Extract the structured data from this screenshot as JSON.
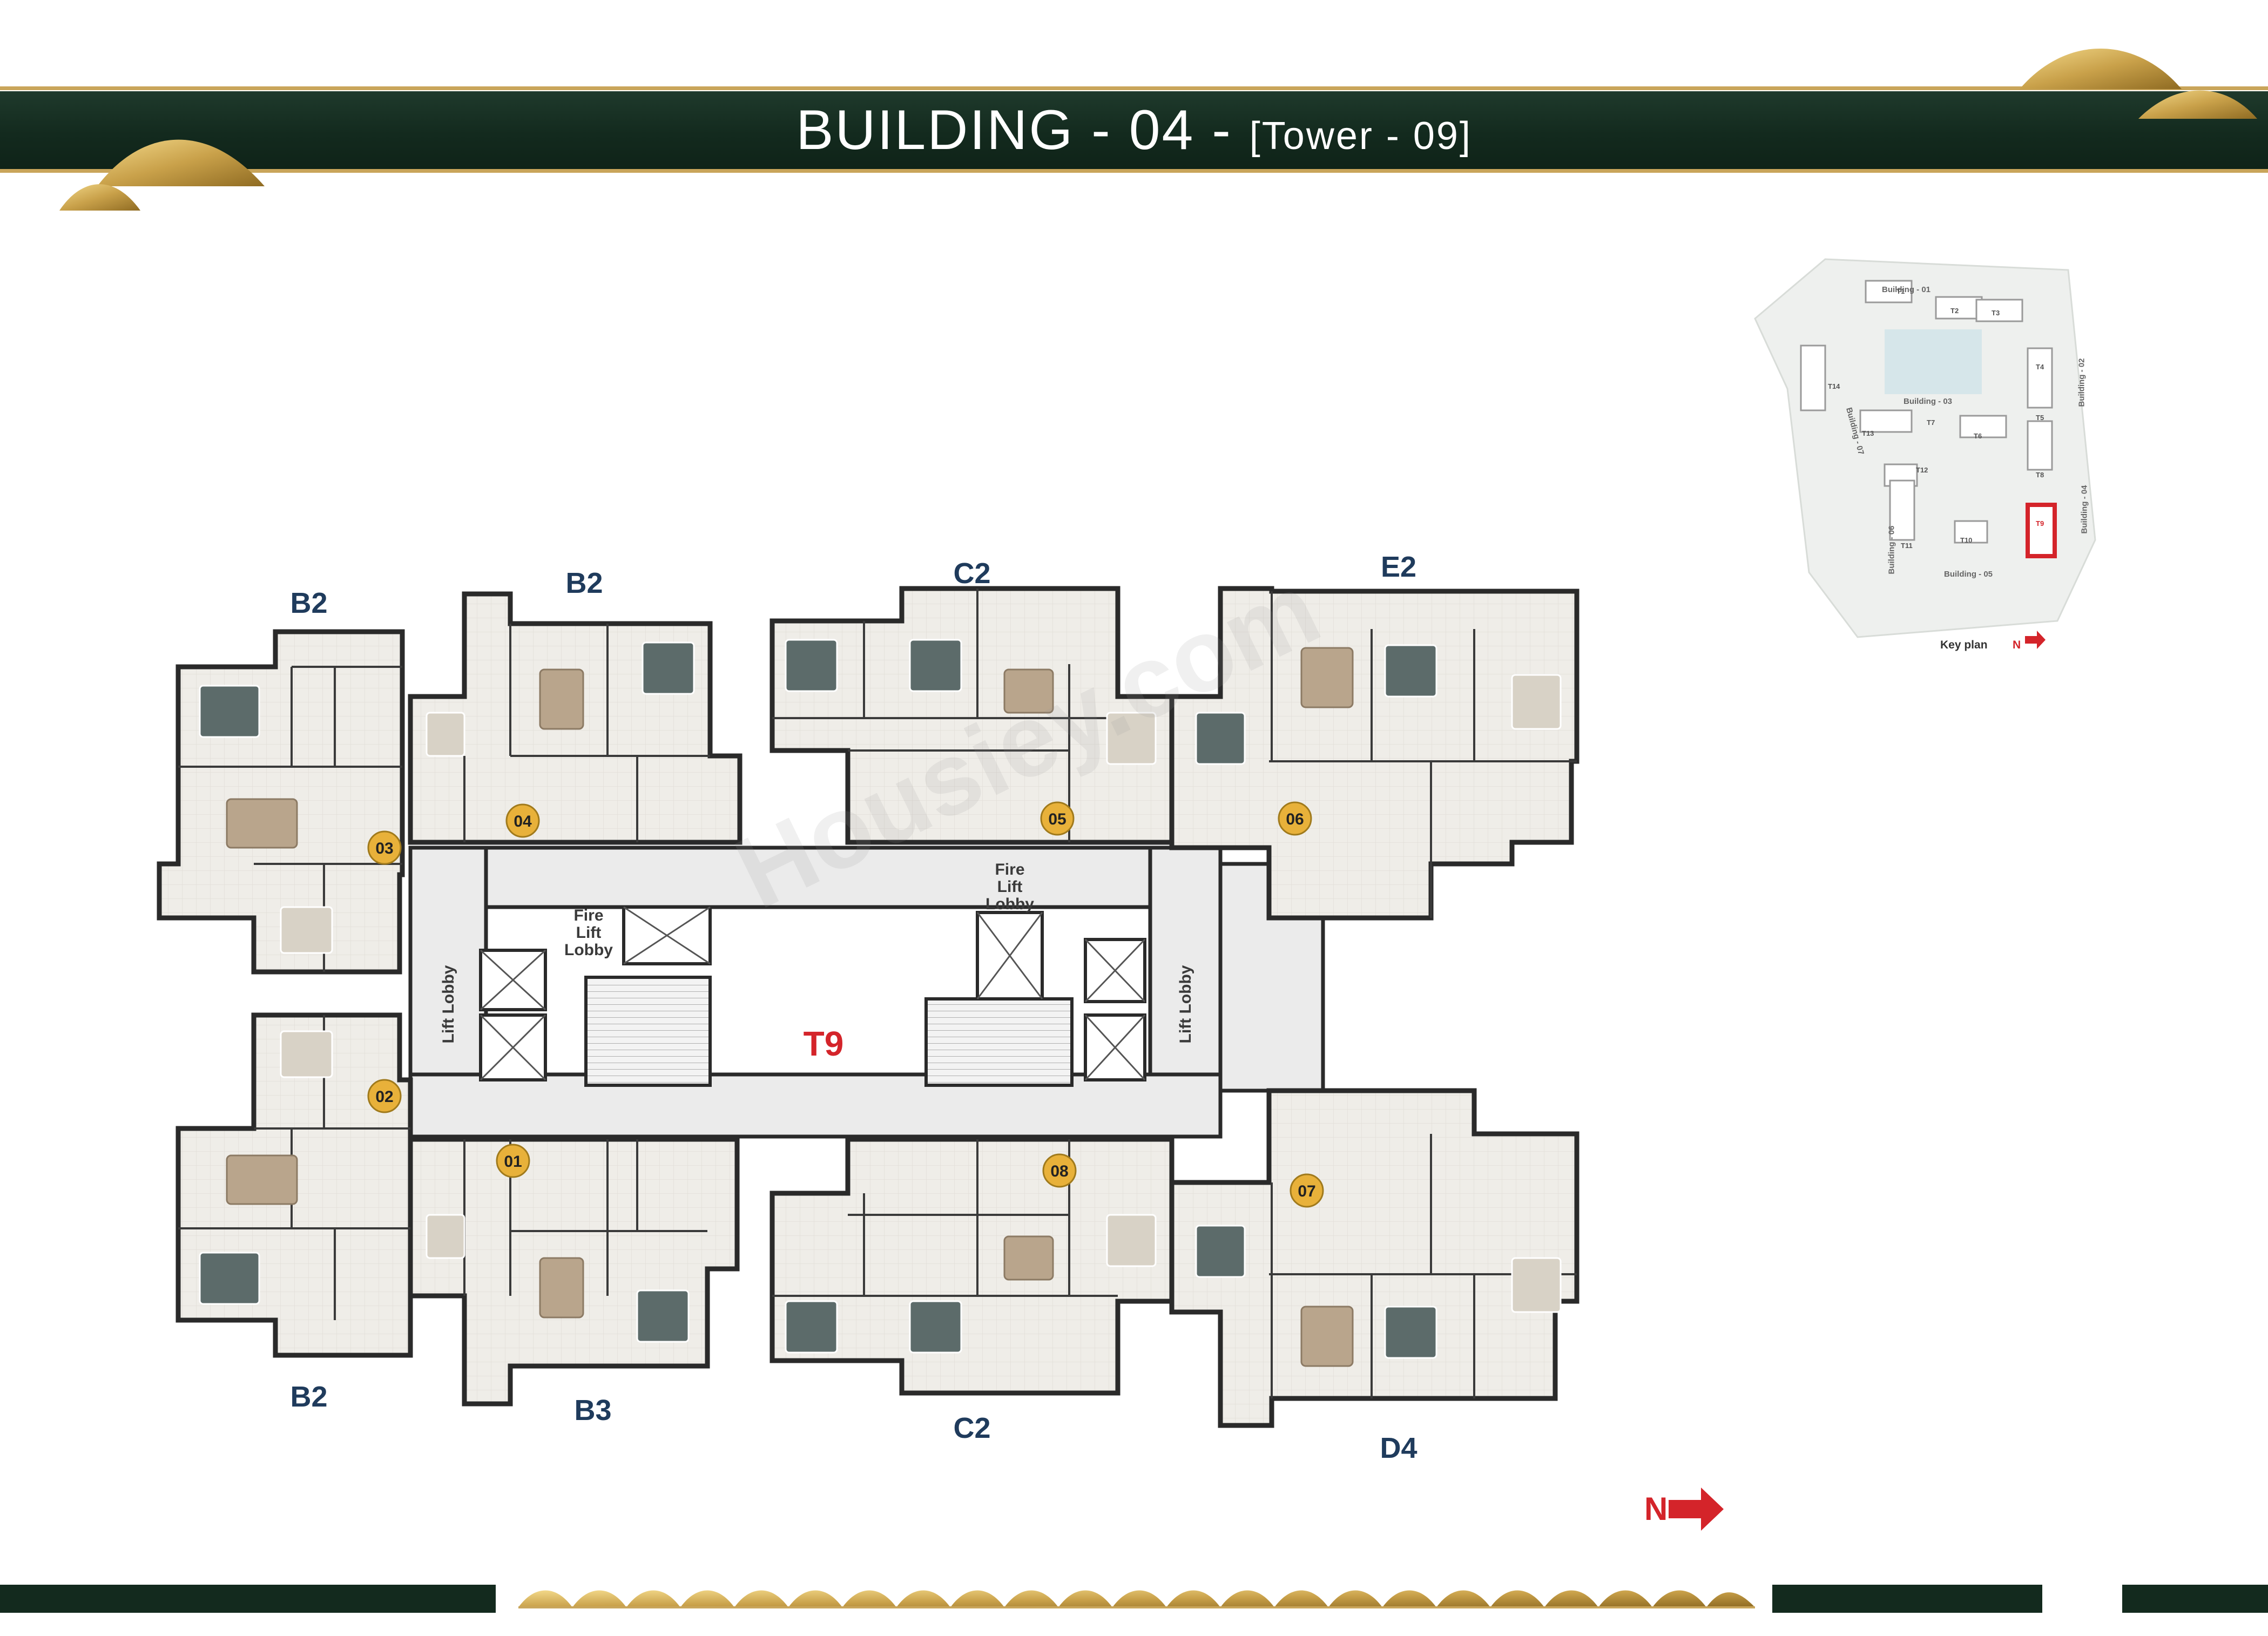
{
  "header": {
    "title_main": "BUILDING - 04 - ",
    "title_sub": "[Tower - 09]"
  },
  "colors": {
    "banner": "#132a1e",
    "gold": "#c9a55a",
    "unit_label": "#1f3b5c",
    "tower_label": "#d4242a",
    "unit_badge": "#e8b13a"
  },
  "key_plan": {
    "label": "Key plan",
    "north": "N",
    "buildings": [
      "Building - 01",
      "Building - 02",
      "Building - 03",
      "Building - 04",
      "Building - 05",
      "Building - 06",
      "Building - 07"
    ],
    "towers": [
      "T1",
      "T2",
      "T3",
      "T4",
      "T5",
      "T6",
      "T7",
      "T8",
      "T9",
      "T10",
      "T11",
      "T12",
      "T13",
      "T14"
    ],
    "highlighted_tower": "T9"
  },
  "floor_plan": {
    "tower_label": "T9",
    "unit_types": {
      "u01": "B3",
      "u02": "B2",
      "u03": "B2",
      "u04": "B2",
      "u05": "C2",
      "u06": "E2",
      "u07": "D4",
      "u08": "C2"
    },
    "unit_numbers": {
      "u01": "01",
      "u02": "02",
      "u03": "03",
      "u04": "04",
      "u05": "05",
      "u06": "06",
      "u07": "07",
      "u08": "08"
    },
    "core_labels": {
      "lift_lobby_left": "Lift Lobby",
      "lift_lobby_right": "Lift Lobby",
      "fire_lift_lobby_left": [
        "Fire",
        "Lift",
        "Lobby"
      ],
      "fire_lift_lobby_top": [
        "Fire",
        "Lift",
        "Lobby"
      ]
    }
  },
  "north_indicator": "N",
  "watermark": "Housiey.com"
}
